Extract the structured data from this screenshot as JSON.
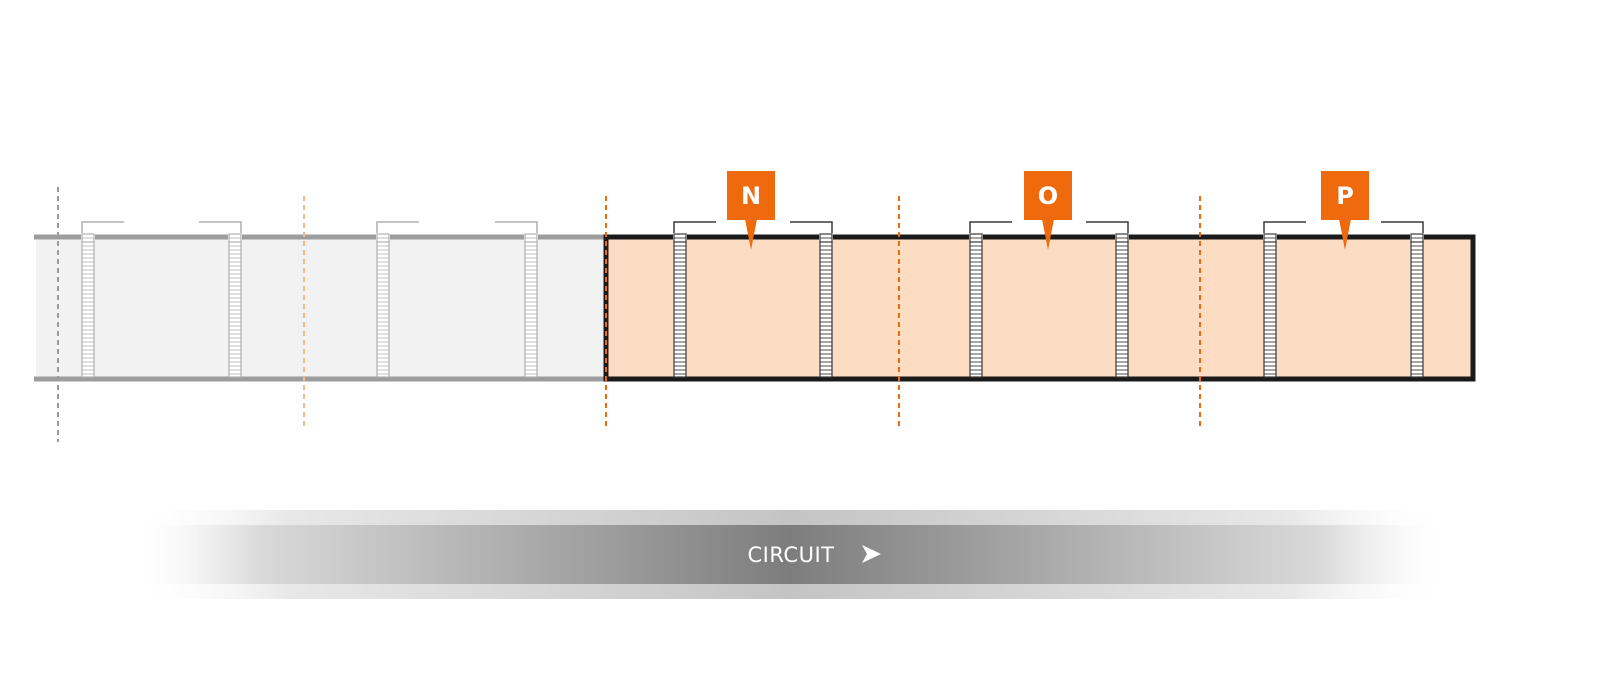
{
  "colors": {
    "accent": "#ee6a0c",
    "active_fill": "#fcdcc3",
    "inactive_fill": "#f2f2f2",
    "active_stroke": "#1a1a1a",
    "inactive_stroke": "#9d9d9d",
    "band_dark": "#7d7d7d"
  },
  "markers": [
    {
      "id": "n",
      "label": "N"
    },
    {
      "id": "o",
      "label": "O"
    },
    {
      "id": "p",
      "label": "P"
    }
  ],
  "direction": {
    "label": "CIRCUIT",
    "arrow_icon": "arrow-right-icon"
  }
}
